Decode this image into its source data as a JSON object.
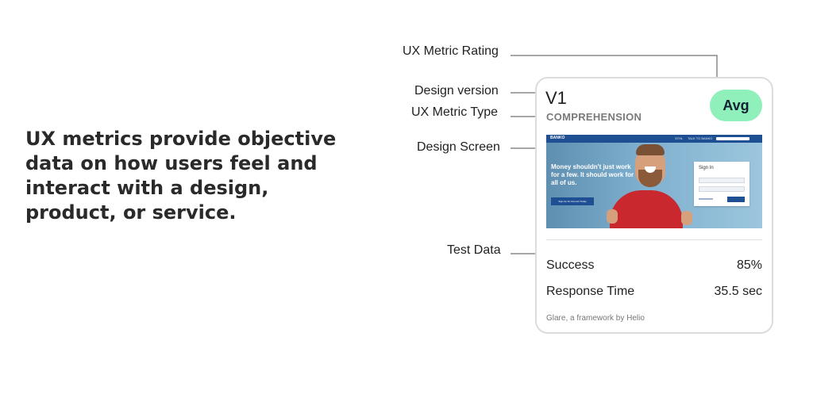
{
  "headline": {
    "lines": [
      "UX metrics provide objective",
      "data on how users feel and",
      "interact with a design,",
      "product, or service."
    ]
  },
  "callouts": {
    "rating": "UX Metric Rating",
    "version": "Design version",
    "type": "UX Metric Type",
    "screen": "Design Screen",
    "test_data": "Test Data"
  },
  "card": {
    "version": "V1",
    "metric_type": "COMPREHENSION",
    "rating": "Avg",
    "rating_color": "#8ff0bb",
    "screen": {
      "brand": "BANKO",
      "nav_items": [
        "STHL",
        "TALK TO BANKO"
      ],
      "hero_text": "Money shouldn't just work for a few. It should work for all of us.",
      "cta": "Sign Up for Account Today",
      "signin_title": "Sign In"
    },
    "rows": [
      {
        "label": "Success",
        "value": "85%"
      },
      {
        "label": "Response Time",
        "value": "35.5 sec"
      }
    ],
    "footer": "Glare, a framework by Helio"
  }
}
